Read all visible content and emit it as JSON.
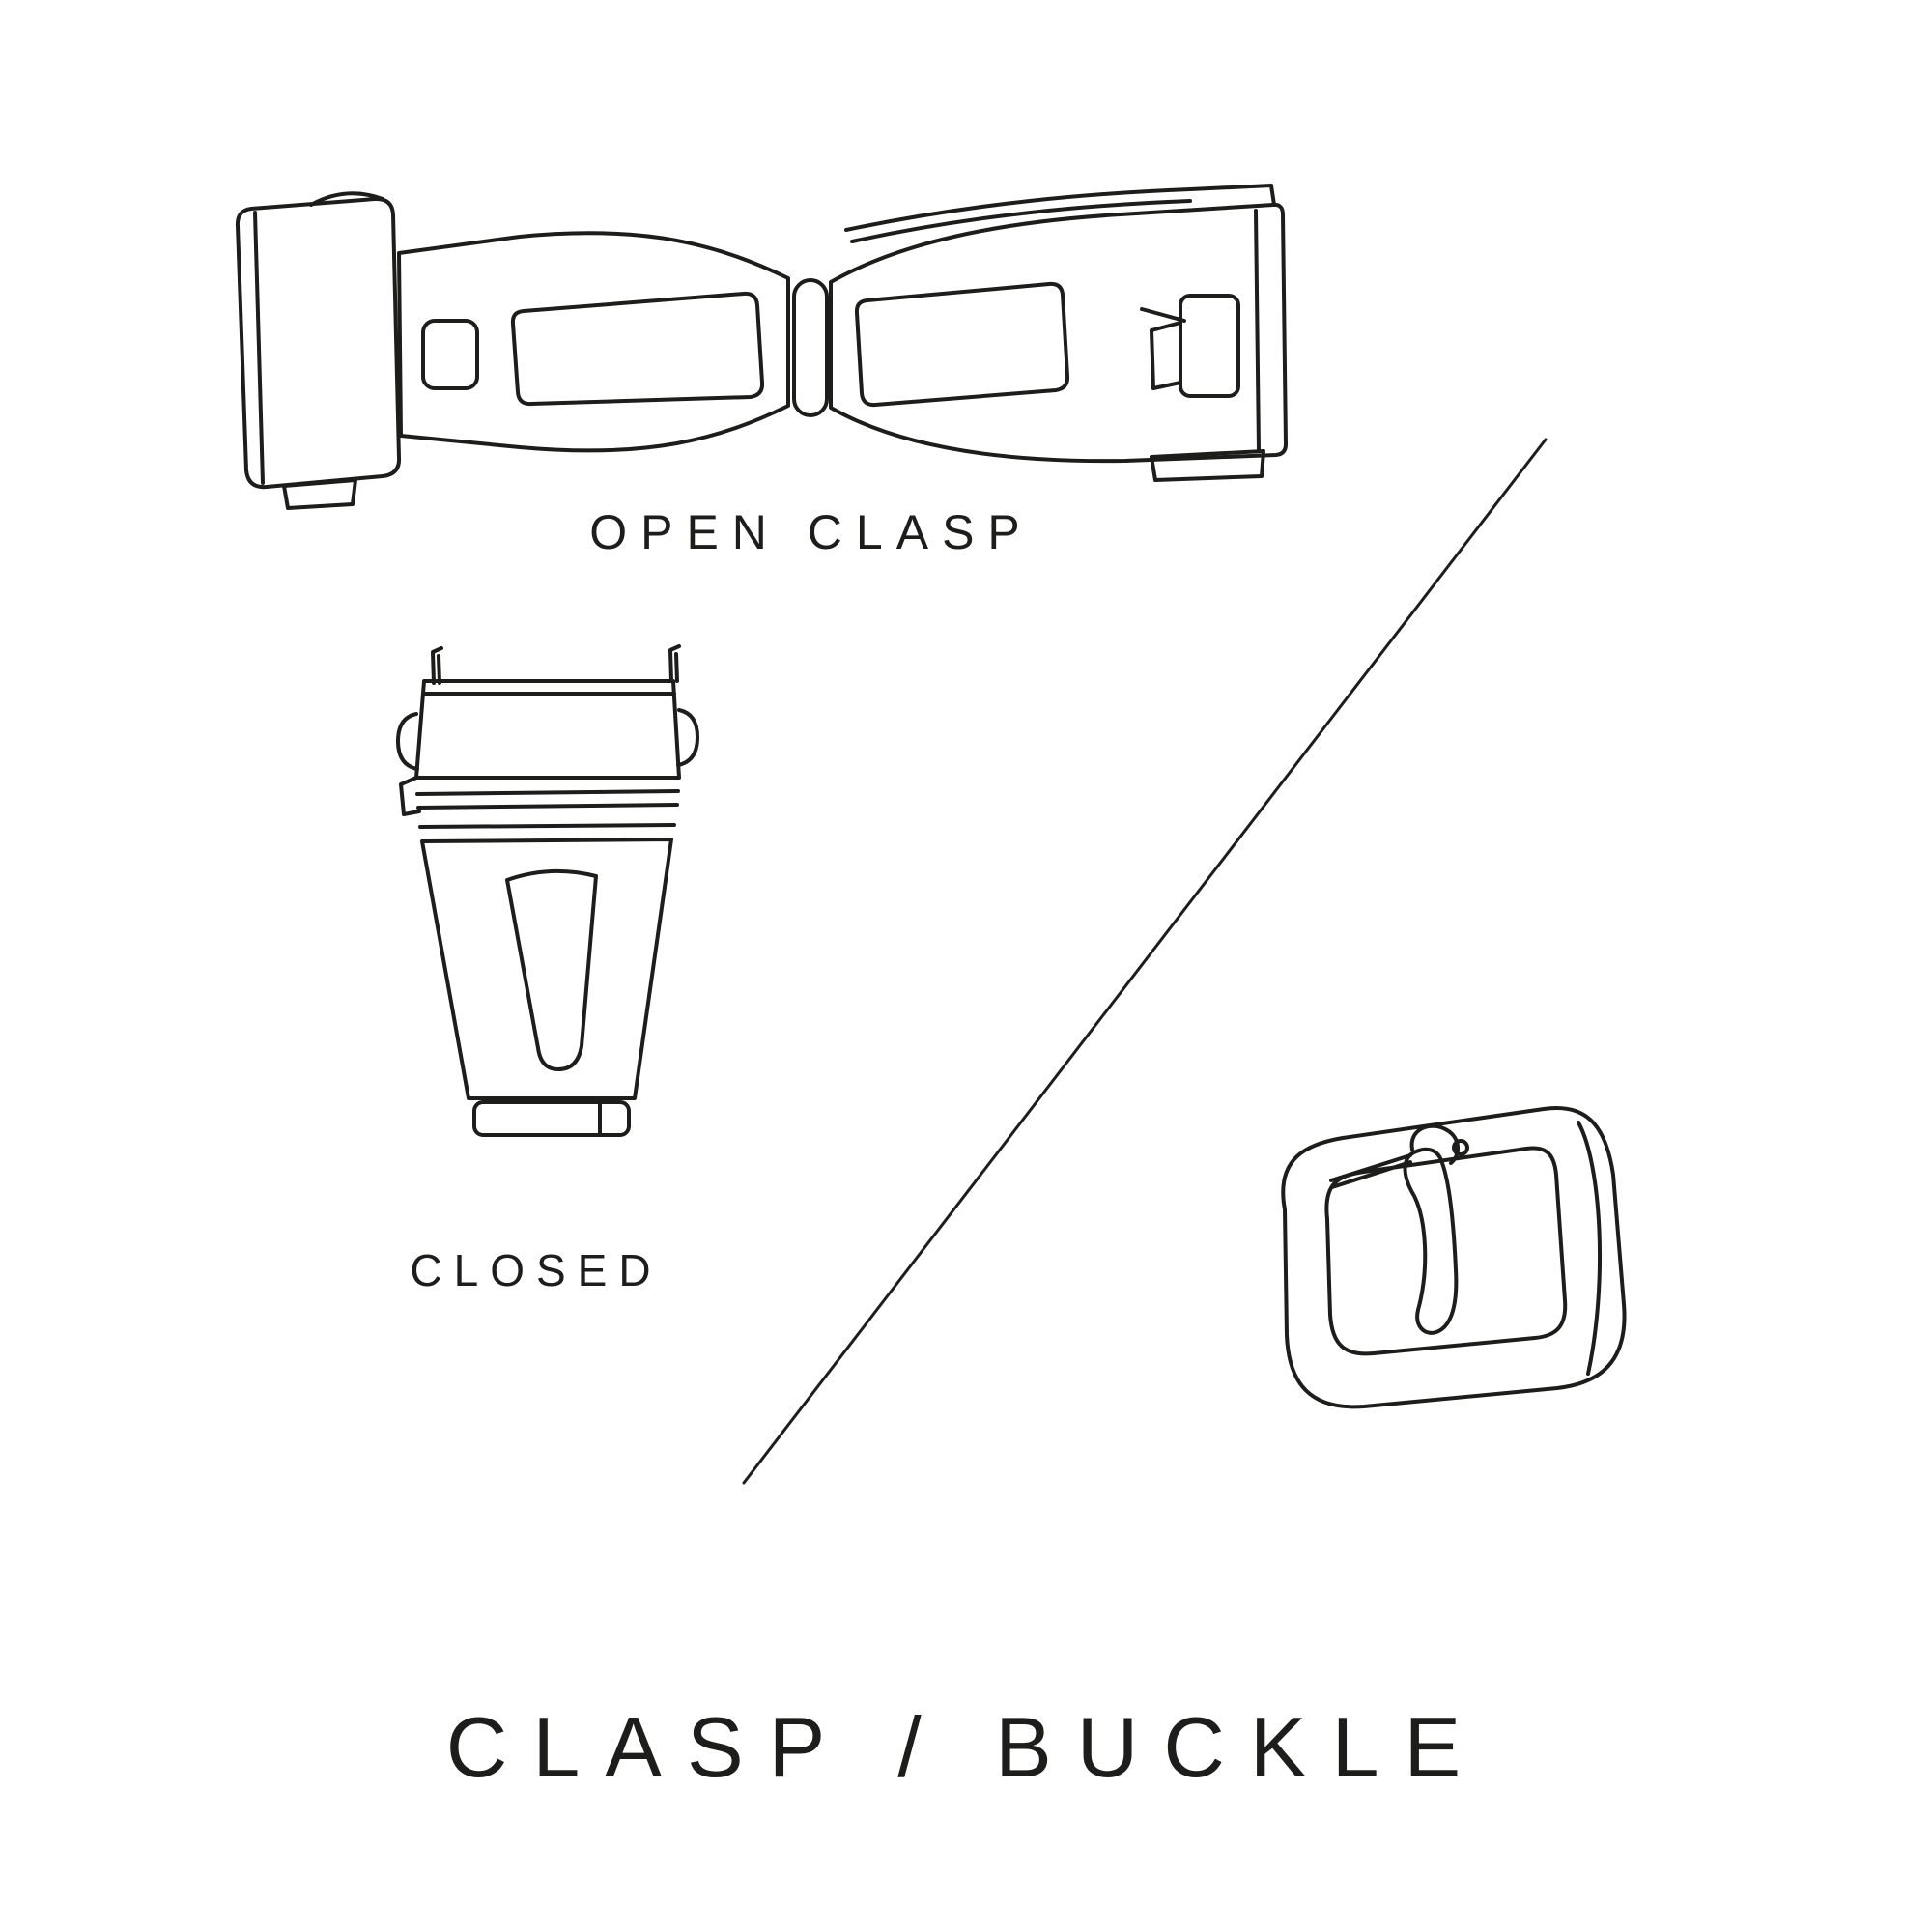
{
  "page": {
    "title": "CLASP / BUCKLE"
  },
  "labels": {
    "open_clasp": "OPEN CLASP",
    "closed": "CLOSED"
  },
  "icons": {
    "open_clasp_illustration": "open-deployant-clasp-line-drawing",
    "closed_clasp_illustration": "closed-clasp-line-drawing",
    "buckle_illustration": "tang-buckle-line-drawing",
    "divider": "diagonal-divider-line"
  },
  "colors": {
    "ink": "#1d1d1b",
    "background": "#ffffff"
  }
}
